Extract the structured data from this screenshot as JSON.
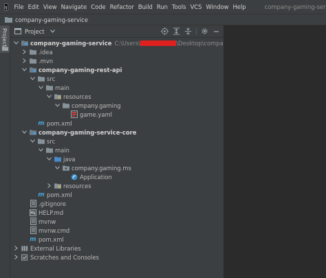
{
  "menu": {
    "items": [
      "File",
      "Edit",
      "View",
      "Navigate",
      "Code",
      "Refactor",
      "Build",
      "Run",
      "Tools",
      "VCS",
      "Window",
      "Help"
    ],
    "window_title": "company-gaming-service"
  },
  "breadcrumb": {
    "project": "company-gaming-service"
  },
  "sidebar": {
    "tab_label": "Project"
  },
  "panel": {
    "title": "Project"
  },
  "tree": {
    "root_name": "company-gaming-service",
    "root_path_prefix": "C:\\Users\\",
    "root_path_suffix": "\\Desktop\\company-gaming-ser",
    "idea": ".idea",
    "mvn": ".mvn",
    "rest_api": "company-gaming-rest-api",
    "src1": "src",
    "main1": "main",
    "resources1": "resources",
    "company_gaming": "company.gaming",
    "game_yaml": "game.yaml",
    "pom1": "pom.xml",
    "core": "company-gaming-service-core",
    "src2": "src",
    "main2": "main",
    "java": "java",
    "company_gaming_ms": "company.gaming.ms",
    "application": "Application",
    "resources2": "resources",
    "pom2": "pom.xml",
    "gitignore": ".gitignore",
    "help_md": "HELP.md",
    "mvnw": "mvnw",
    "mvnw_cmd": "mvnw.cmd",
    "pom_root": "pom.xml",
    "external_libraries": "External Libraries",
    "scratches": "Scratches and Consoles"
  },
  "colors": {
    "accent": "#2f65ca",
    "folder": "#87939a",
    "module_folder": "#6e7f8c",
    "redaction": "#e01f1f"
  }
}
